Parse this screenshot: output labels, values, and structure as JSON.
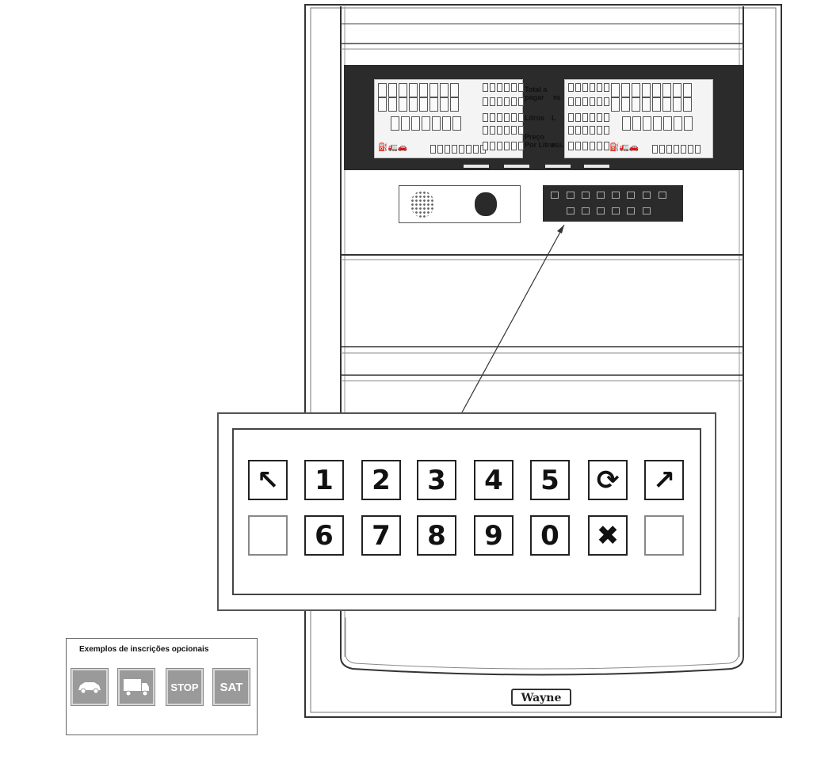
{
  "display": {
    "label_total": "Total a pagar",
    "label_total_unit": "R$",
    "label_litros": "Litros",
    "label_litros_unit": "L",
    "label_preco": "Preço Por Litro",
    "label_preco_unit": "R$/L"
  },
  "keypad": {
    "row1": [
      "↖",
      "1",
      "2",
      "3",
      "4",
      "5",
      "⟳",
      "↗"
    ],
    "row2": [
      "",
      "6",
      "7",
      "8",
      "9",
      "0",
      "✖",
      ""
    ]
  },
  "brand": "Wayne",
  "optional_labels": {
    "title": "Exemplos de inscrições opcionais",
    "items": [
      {
        "icon": "car-icon",
        "text": ""
      },
      {
        "icon": "truck-icon",
        "text": ""
      },
      {
        "icon": "stop-icon",
        "text": "STOP"
      },
      {
        "icon": "sat-icon",
        "text": "SAT"
      }
    ]
  },
  "colors": {
    "display_bar": "#2b2b2b",
    "label_tile": "#9a9a9a"
  }
}
